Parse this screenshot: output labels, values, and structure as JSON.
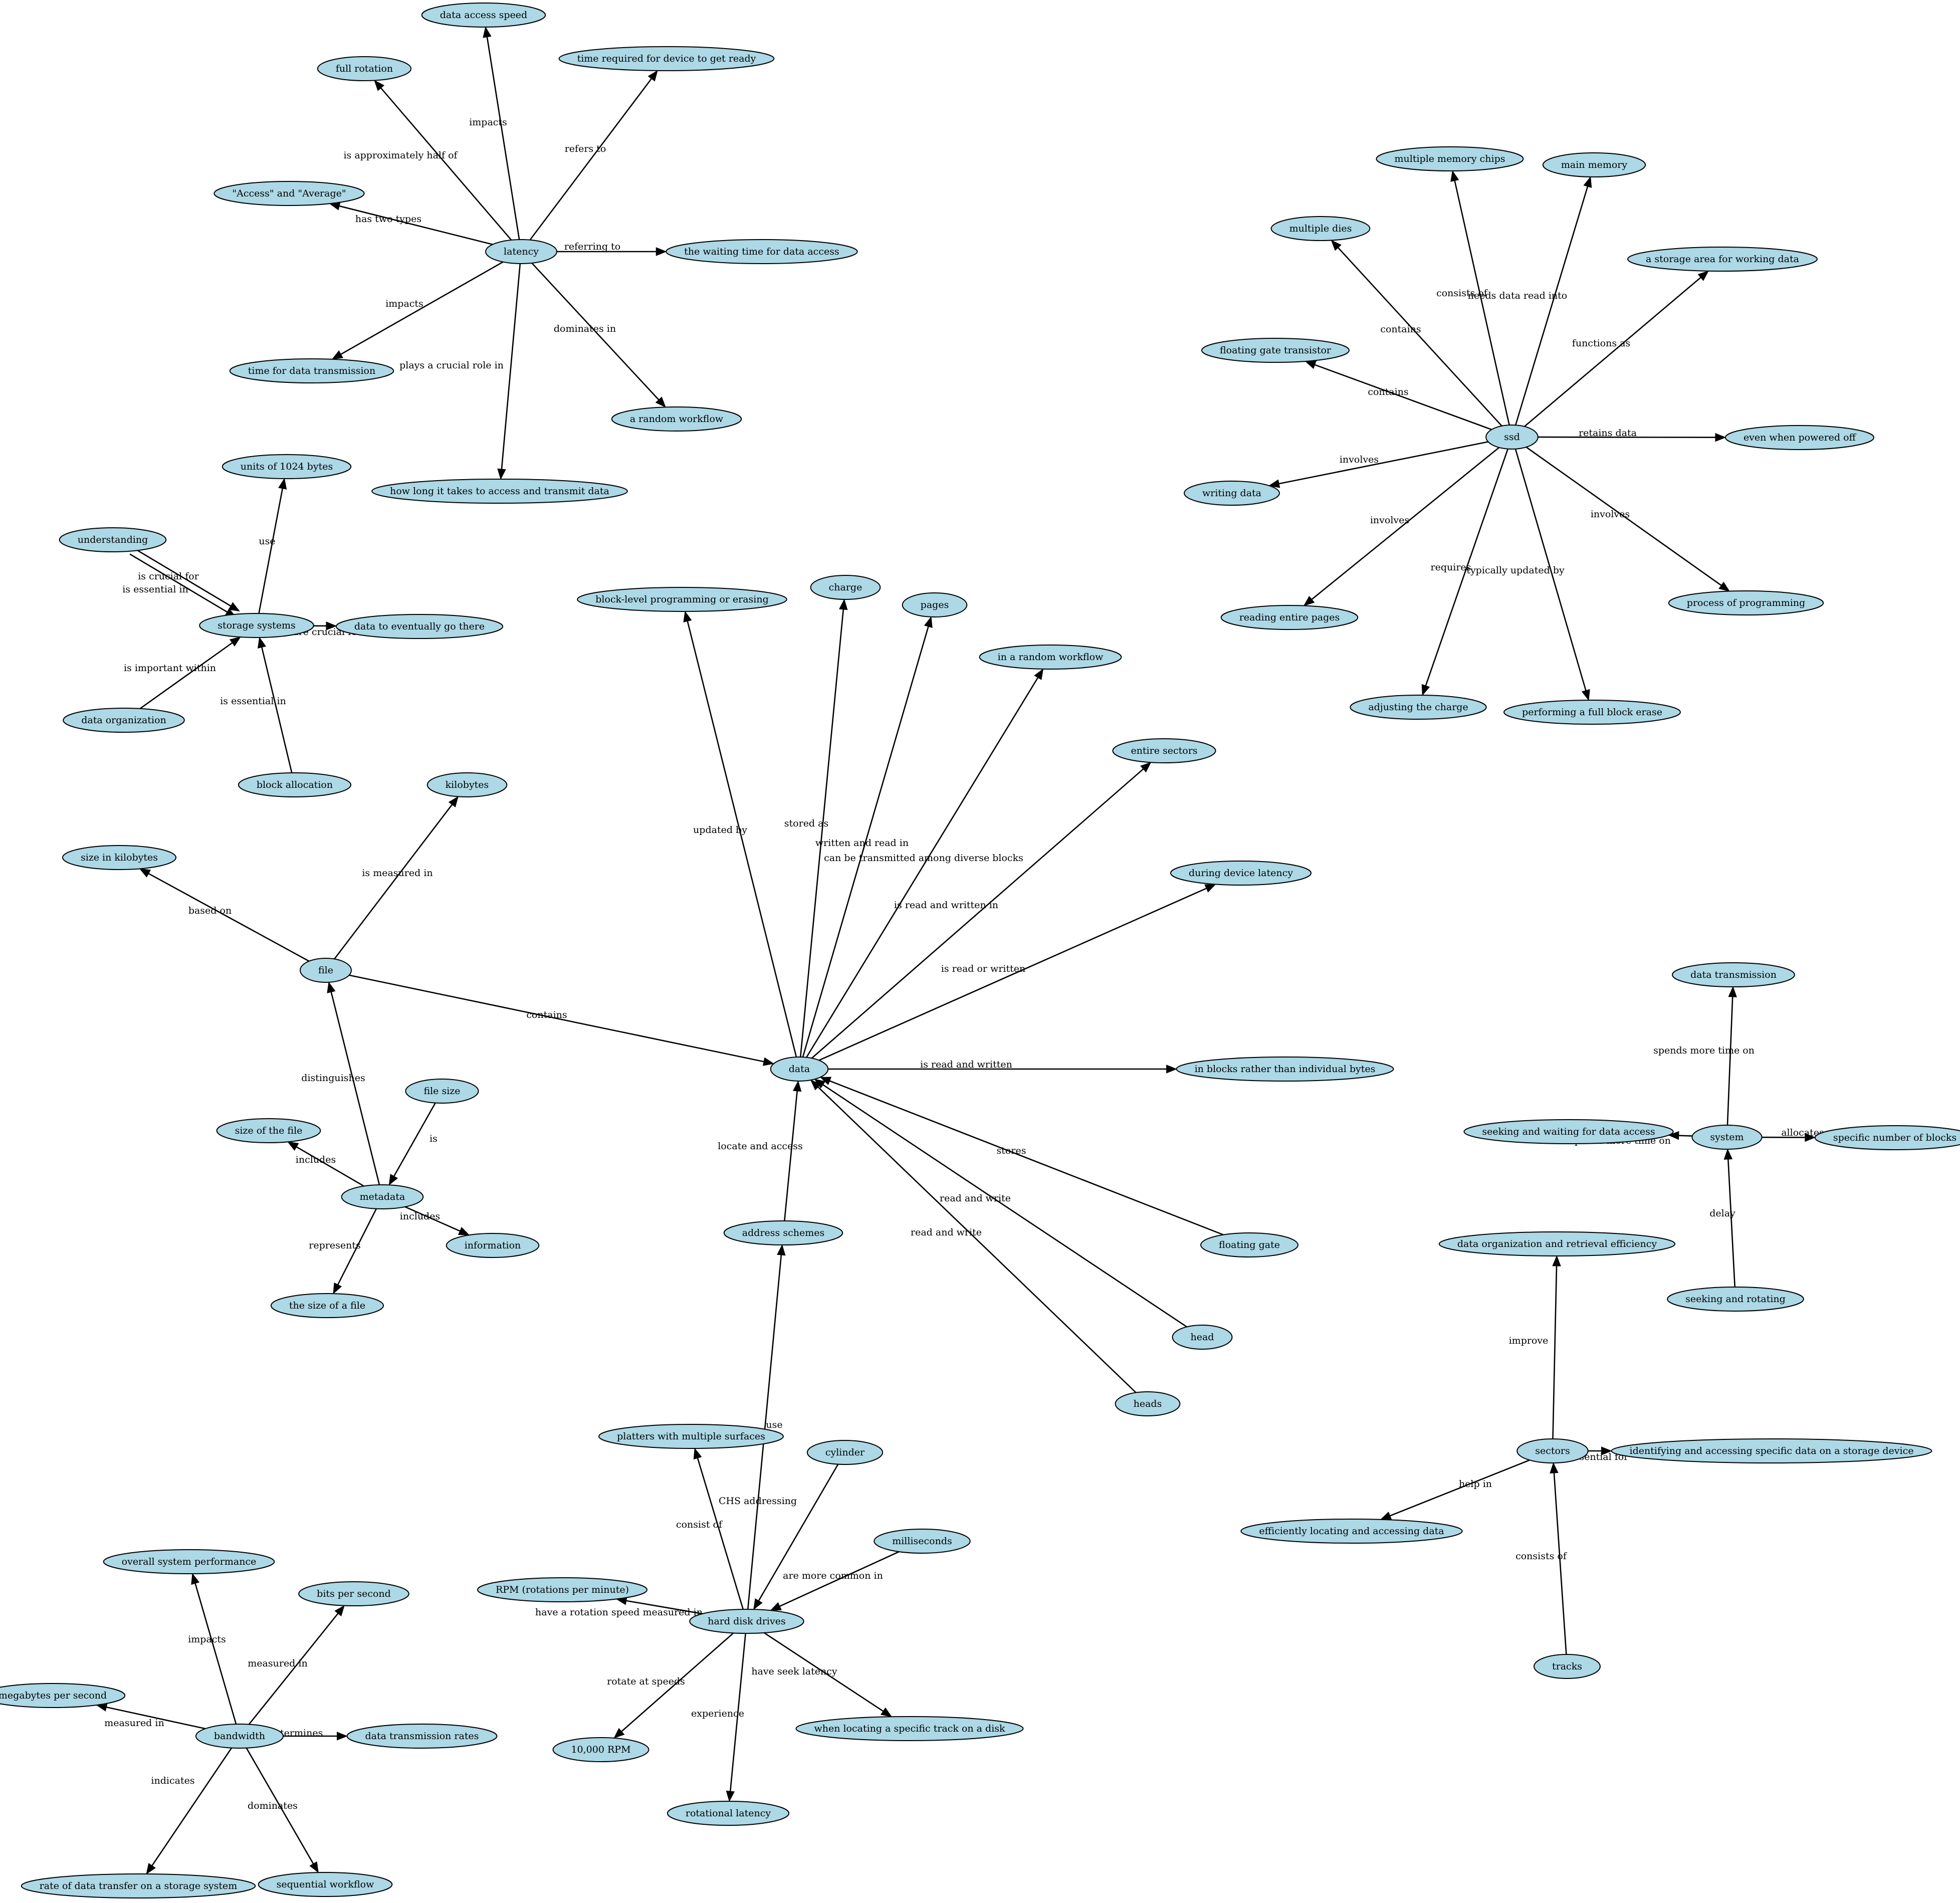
{
  "colors": {
    "node_fill": "#add8e6",
    "node_stroke": "#000000",
    "edge": "#000000",
    "background": "#ffffff"
  },
  "nodes": [
    {
      "id": "latency",
      "label": "latency"
    },
    {
      "id": "data_access_speed",
      "label": "data access speed"
    },
    {
      "id": "full_rotation",
      "label": "full rotation"
    },
    {
      "id": "time_ready",
      "label": "time required for device to get ready"
    },
    {
      "id": "access_average",
      "label": "\"Access\" and \"Average\""
    },
    {
      "id": "waiting_time",
      "label": "the waiting time for data access"
    },
    {
      "id": "time_transmission",
      "label": "time for data transmission"
    },
    {
      "id": "random_workflow_a",
      "label": "a random workflow"
    },
    {
      "id": "how_long",
      "label": "how long it takes to access and transmit data"
    },
    {
      "id": "units_1024",
      "label": "units of 1024 bytes"
    },
    {
      "id": "understanding",
      "label": "understanding"
    },
    {
      "id": "storage_systems",
      "label": "storage systems"
    },
    {
      "id": "eventually_there",
      "label": "data to eventually go there"
    },
    {
      "id": "data_organization",
      "label": "data organization"
    },
    {
      "id": "block_allocation",
      "label": "block allocation"
    },
    {
      "id": "ssd",
      "label": "ssd"
    },
    {
      "id": "multiple_memory_chips",
      "label": "multiple memory chips"
    },
    {
      "id": "main_memory",
      "label": "main memory"
    },
    {
      "id": "multiple_dies",
      "label": "multiple dies"
    },
    {
      "id": "storage_area",
      "label": "a storage area for working data"
    },
    {
      "id": "floating_gate_transistor",
      "label": "floating gate transistor"
    },
    {
      "id": "powered_off",
      "label": "even when powered off"
    },
    {
      "id": "writing_data",
      "label": "writing data"
    },
    {
      "id": "reading_pages",
      "label": "reading entire pages"
    },
    {
      "id": "process_programming",
      "label": "process of programming"
    },
    {
      "id": "adjusting_charge",
      "label": "adjusting the charge"
    },
    {
      "id": "full_block_erase",
      "label": "performing a full block erase"
    },
    {
      "id": "block_level",
      "label": "block-level programming or erasing"
    },
    {
      "id": "charge",
      "label": "charge"
    },
    {
      "id": "pages",
      "label": "pages"
    },
    {
      "id": "in_random_workflow",
      "label": "in a random workflow"
    },
    {
      "id": "entire_sectors",
      "label": "entire sectors"
    },
    {
      "id": "kilobytes",
      "label": "kilobytes"
    },
    {
      "id": "size_kilobytes",
      "label": "size in kilobytes"
    },
    {
      "id": "during_latency",
      "label": "during device latency"
    },
    {
      "id": "file",
      "label": "file"
    },
    {
      "id": "data",
      "label": "data"
    },
    {
      "id": "in_blocks",
      "label": "in blocks rather than individual bytes"
    },
    {
      "id": "data_transmission",
      "label": "data transmission"
    },
    {
      "id": "file_size",
      "label": "file size"
    },
    {
      "id": "size_of_file",
      "label": "size of the file"
    },
    {
      "id": "system",
      "label": "system"
    },
    {
      "id": "seeking_waiting",
      "label": "seeking and waiting for data access"
    },
    {
      "id": "specific_blocks",
      "label": "specific number of blocks"
    },
    {
      "id": "metadata",
      "label": "metadata"
    },
    {
      "id": "address_schemes",
      "label": "address schemes"
    },
    {
      "id": "floating_gate",
      "label": "floating gate"
    },
    {
      "id": "information",
      "label": "information"
    },
    {
      "id": "data_org_retrieval",
      "label": "data organization and retrieval efficiency"
    },
    {
      "id": "size_a_file",
      "label": "the size of a file"
    },
    {
      "id": "seeking_rotating",
      "label": "seeking and rotating"
    },
    {
      "id": "head",
      "label": "head"
    },
    {
      "id": "heads",
      "label": "heads"
    },
    {
      "id": "platters",
      "label": "platters with multiple surfaces"
    },
    {
      "id": "cylinder",
      "label": "cylinder"
    },
    {
      "id": "sectors",
      "label": "sectors"
    },
    {
      "id": "identifying",
      "label": "identifying and accessing specific data on a storage device"
    },
    {
      "id": "efficiently_locating",
      "label": "efficiently locating and accessing data"
    },
    {
      "id": "milliseconds",
      "label": "milliseconds"
    },
    {
      "id": "overall_performance",
      "label": "overall system performance"
    },
    {
      "id": "bits_per_second",
      "label": "bits per second"
    },
    {
      "id": "rpm",
      "label": "RPM (rotations per minute)"
    },
    {
      "id": "hard_disk_drives",
      "label": "hard disk drives"
    },
    {
      "id": "tracks",
      "label": "tracks"
    },
    {
      "id": "megabytes_per_second",
      "label": "megabytes per second"
    },
    {
      "id": "bandwidth",
      "label": "bandwidth"
    },
    {
      "id": "data_transmission_rates",
      "label": "data transmission rates"
    },
    {
      "id": "when_locating",
      "label": "when locating a specific track on a disk"
    },
    {
      "id": "rpm_10000",
      "label": "10,000 RPM"
    },
    {
      "id": "rotational_latency",
      "label": "rotational latency"
    },
    {
      "id": "rate_transfer",
      "label": "rate of data transfer on a storage system"
    },
    {
      "id": "sequential_workflow",
      "label": "sequential workflow"
    }
  ],
  "edges": [
    {
      "from": "latency",
      "to": "data_access_speed",
      "label": "impacts"
    },
    {
      "from": "latency",
      "to": "full_rotation",
      "label": "is approximately half of"
    },
    {
      "from": "latency",
      "to": "time_ready",
      "label": "refers to"
    },
    {
      "from": "latency",
      "to": "access_average",
      "label": "has two types"
    },
    {
      "from": "latency",
      "to": "waiting_time",
      "label": "referring to"
    },
    {
      "from": "latency",
      "to": "time_transmission",
      "label": "impacts"
    },
    {
      "from": "latency",
      "to": "random_workflow_a",
      "label": "dominates in"
    },
    {
      "from": "latency",
      "to": "how_long",
      "label": "plays a crucial role in"
    },
    {
      "from": "storage_systems",
      "to": "units_1024",
      "label": "use"
    },
    {
      "from": "understanding",
      "to": "storage_systems",
      "label": "is crucial for"
    },
    {
      "from": "understanding",
      "to": "storage_systems",
      "label": "is essential in"
    },
    {
      "from": "storage_systems",
      "to": "eventually_there",
      "label": "are crucial for"
    },
    {
      "from": "data_organization",
      "to": "storage_systems",
      "label": "is important within"
    },
    {
      "from": "block_allocation",
      "to": "storage_systems",
      "label": "is essential in"
    },
    {
      "from": "ssd",
      "to": "multiple_memory_chips",
      "label": "consists of"
    },
    {
      "from": "ssd",
      "to": "main_memory",
      "label": "needs data read into"
    },
    {
      "from": "ssd",
      "to": "multiple_dies",
      "label": "contains"
    },
    {
      "from": "ssd",
      "to": "storage_area",
      "label": "functions as"
    },
    {
      "from": "ssd",
      "to": "floating_gate_transistor",
      "label": "contains"
    },
    {
      "from": "ssd",
      "to": "powered_off",
      "label": "retains data"
    },
    {
      "from": "ssd",
      "to": "writing_data",
      "label": "involves"
    },
    {
      "from": "ssd",
      "to": "reading_pages",
      "label": "involves"
    },
    {
      "from": "ssd",
      "to": "process_programming",
      "label": "involves"
    },
    {
      "from": "ssd",
      "to": "adjusting_charge",
      "label": "requires"
    },
    {
      "from": "ssd",
      "to": "full_block_erase",
      "label": "typically updated by"
    },
    {
      "from": "data",
      "to": "block_level",
      "label": "updated by"
    },
    {
      "from": "data",
      "to": "charge",
      "label": "stored as"
    },
    {
      "from": "data",
      "to": "pages",
      "label": "written and read in"
    },
    {
      "from": "data",
      "to": "in_random_workflow",
      "label": "can be transmitted among diverse blocks"
    },
    {
      "from": "data",
      "to": "entire_sectors",
      "label": "is read and written in"
    },
    {
      "from": "file",
      "to": "kilobytes",
      "label": "is measured in"
    },
    {
      "from": "file",
      "to": "size_kilobytes",
      "label": "based on"
    },
    {
      "from": "data",
      "to": "during_latency",
      "label": "is read or written"
    },
    {
      "from": "file",
      "to": "data",
      "label": "contains"
    },
    {
      "from": "data",
      "to": "in_blocks",
      "label": "is read and written"
    },
    {
      "from": "system",
      "to": "data_transmission",
      "label": "spends more time on"
    },
    {
      "from": "file_size",
      "to": "metadata",
      "label": "is"
    },
    {
      "from": "metadata",
      "to": "size_of_file",
      "label": "includes"
    },
    {
      "from": "system",
      "to": "seeking_waiting",
      "label": "spends more time on"
    },
    {
      "from": "system",
      "to": "specific_blocks",
      "label": "allocates"
    },
    {
      "from": "metadata",
      "to": "file",
      "label": "distinguishes"
    },
    {
      "from": "address_schemes",
      "to": "data",
      "label": "locate and access"
    },
    {
      "from": "floating_gate",
      "to": "data",
      "label": "stores"
    },
    {
      "from": "metadata",
      "to": "information",
      "label": "includes"
    },
    {
      "from": "sectors",
      "to": "data_org_retrieval",
      "label": "improve"
    },
    {
      "from": "metadata",
      "to": "size_a_file",
      "label": "represents"
    },
    {
      "from": "seeking_rotating",
      "to": "system",
      "label": "delay"
    },
    {
      "from": "head",
      "to": "data",
      "label": "read and write"
    },
    {
      "from": "heads",
      "to": "data",
      "label": "read and write"
    },
    {
      "from": "hard_disk_drives",
      "to": "platters",
      "label": "consist of"
    },
    {
      "from": "hard_disk_drives",
      "to": "address_schemes",
      "label": "use"
    },
    {
      "from": "cylinder",
      "to": "hard_disk_drives",
      "label": "CHS addressing"
    },
    {
      "from": "sectors",
      "to": "identifying",
      "label": "are essential for"
    },
    {
      "from": "sectors",
      "to": "efficiently_locating",
      "label": "help in"
    },
    {
      "from": "milliseconds",
      "to": "hard_disk_drives",
      "label": "are more common in"
    },
    {
      "from": "bandwidth",
      "to": "overall_performance",
      "label": "impacts"
    },
    {
      "from": "bandwidth",
      "to": "bits_per_second",
      "label": "measured in"
    },
    {
      "from": "hard_disk_drives",
      "to": "rpm",
      "label": "have a rotation speed measured in"
    },
    {
      "from": "tracks",
      "to": "sectors",
      "label": "consists of"
    },
    {
      "from": "bandwidth",
      "to": "megabytes_per_second",
      "label": "measured in"
    },
    {
      "from": "bandwidth",
      "to": "data_transmission_rates",
      "label": "determines"
    },
    {
      "from": "hard_disk_drives",
      "to": "when_locating",
      "label": "have seek latency"
    },
    {
      "from": "hard_disk_drives",
      "to": "rpm_10000",
      "label": "rotate at speeds"
    },
    {
      "from": "hard_disk_drives",
      "to": "rotational_latency",
      "label": "experience"
    },
    {
      "from": "bandwidth",
      "to": "rate_transfer",
      "label": "indicates"
    },
    {
      "from": "bandwidth",
      "to": "sequential_workflow",
      "label": "dominates"
    }
  ]
}
